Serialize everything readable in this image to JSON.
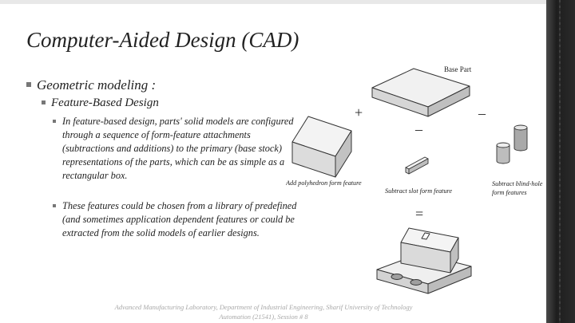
{
  "title": "Computer-Aided Design (CAD)",
  "bullets": {
    "level1": "Geometric modeling :",
    "level2": "Feature-Based Design",
    "paragraphs": [
      "In feature-based design, parts' solid models are configured through a sequence of form-feature attachments (subtractions and additions) to the primary (base stock) representations of the parts, which can be as simple as a rectangular box.",
      "These features could be chosen from a library of predefined (and sometimes application dependent features or could be extracted from the solid models of earlier designs."
    ]
  },
  "figure": {
    "base_part_label": "Base Part",
    "plus_sign": "+",
    "minus_sign_left": "–",
    "minus_sign_right": "–",
    "equals_sign": "=",
    "caption_polyhedron": "Add polyhedron form feature",
    "caption_slot": "Subtract slot form feature",
    "caption_blind_hole_1": "Subtract blind-hole",
    "caption_blind_hole_2": "form features"
  },
  "footer": {
    "line1": "Advanced Manufacturing Laboratory, Department of Industrial Engineering, Sharif University of Technology",
    "line2": "Automation (21541), Session # 8"
  }
}
